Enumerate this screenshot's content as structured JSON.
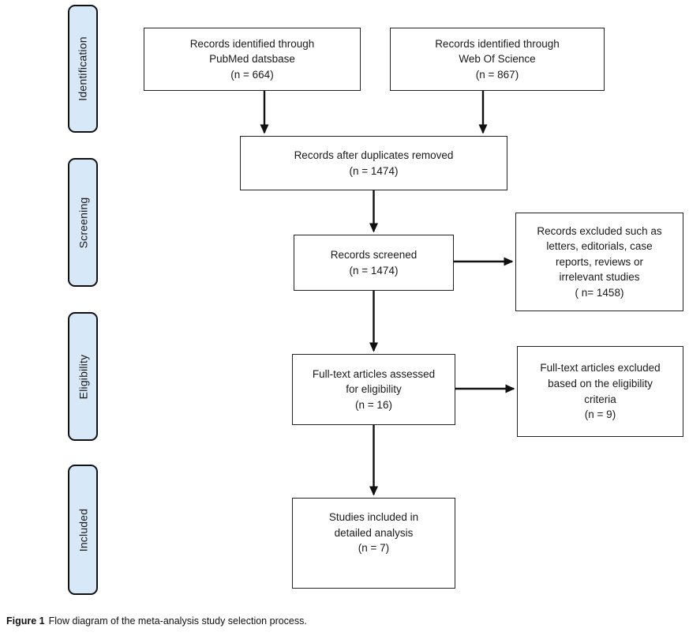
{
  "figure_caption": {
    "label": "Figure 1",
    "text": "Flow diagram of the meta-analysis study selection process."
  },
  "colors": {
    "stage_fill": "#d7e8f8",
    "stage_border": "#111111",
    "box_border": "#222222",
    "box_fill": "#ffffff",
    "arrow": "#111111",
    "text": "#1a1a1a"
  },
  "stages": [
    {
      "label": "Identification"
    },
    {
      "label": "Screening"
    },
    {
      "label": "Eligibility"
    },
    {
      "label": "Included"
    }
  ],
  "boxes": {
    "pubmed": {
      "text": "Records identified through\nPubMed datsbase\n(n = 664)",
      "n": 664
    },
    "wos": {
      "text": "Records identified through\nWeb Of Science\n(n = 867)",
      "n": 867
    },
    "duplicates": {
      "text": "Records after duplicates removed\n(n = 1474)",
      "n": 1474
    },
    "screened": {
      "text": "Records screened\n(n = 1474)",
      "n": 1474
    },
    "excluded_screening": {
      "text": "Records excluded such as\nletters, editorials, case\nreports, reviews or\nirrelevant studies\n( n= 1458)",
      "n": 1458
    },
    "fulltext": {
      "text": "Full-text articles assessed\nfor eligibility\n(n = 16)",
      "n": 16
    },
    "excluded_eligibility": {
      "text": "Full-text articles excluded\nbased on the eligibility\ncriteria\n(n = 9)",
      "n": 9
    },
    "included": {
      "text": "Studies included in\ndetailed analysis\n(n = 7)",
      "n": 7
    }
  }
}
